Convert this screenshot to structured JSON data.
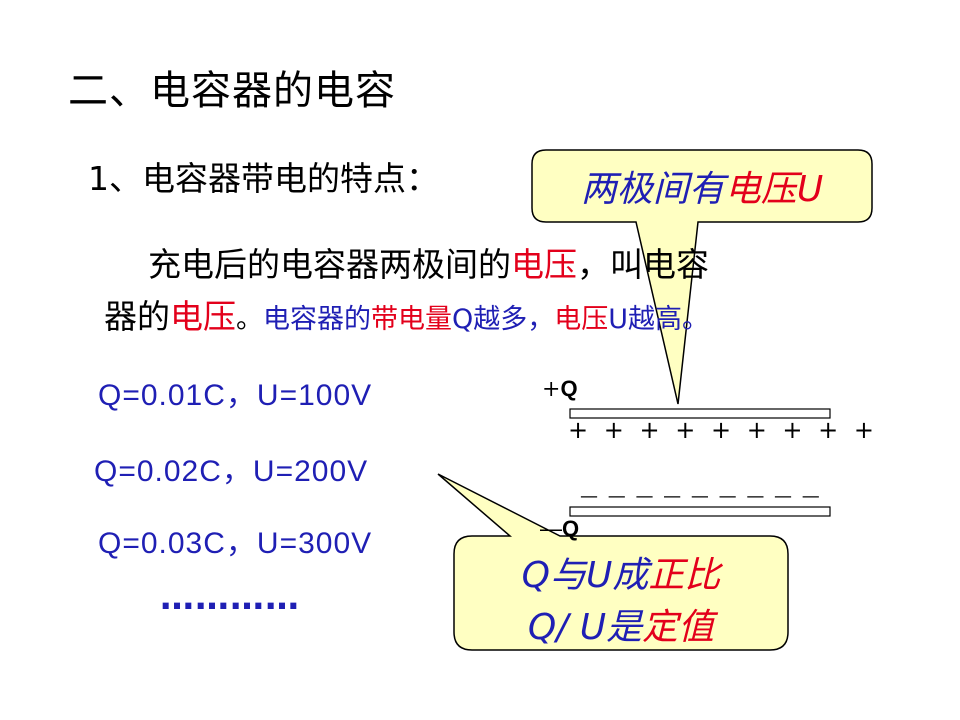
{
  "heading": {
    "title": "二、电容器的电容",
    "subtitle": "1、电容器带电的特点："
  },
  "paragraph": {
    "line1_a": "充电后的电容器两极间的",
    "line1_b": "电压",
    "line1_c": "，叫电容",
    "line2_a": "器的",
    "line2_b": "电压",
    "line2_c": "。",
    "line2_d": "电容器的",
    "line2_e": "带电量",
    "line2_f": "Q越多，",
    "line2_g": "电压",
    "line2_h": "U越高。"
  },
  "equations": [
    "Q=0.01C，U=100V",
    "Q=0.02C，U=200V",
    "Q=0.03C，U=300V"
  ],
  "ellipsis": "…………",
  "capacitor": {
    "top_sign": "+",
    "top_letter": "Q",
    "top_charges": "+ + + + + + + + +",
    "bottom_charges": "— — — — — — — — —",
    "bottom_sign": "—",
    "bottom_letter": "Q"
  },
  "callout_top": {
    "part1": "两极间有",
    "part2": "电压U"
  },
  "callout_bottom": {
    "line1_a": "Q与U成",
    "line1_b": "正比",
    "line2_a": "Q/ U是",
    "line2_b": "定值"
  },
  "colors": {
    "blue": "#1f1fb4",
    "red": "#e3001b",
    "callout_fill": "#ffffc2"
  }
}
